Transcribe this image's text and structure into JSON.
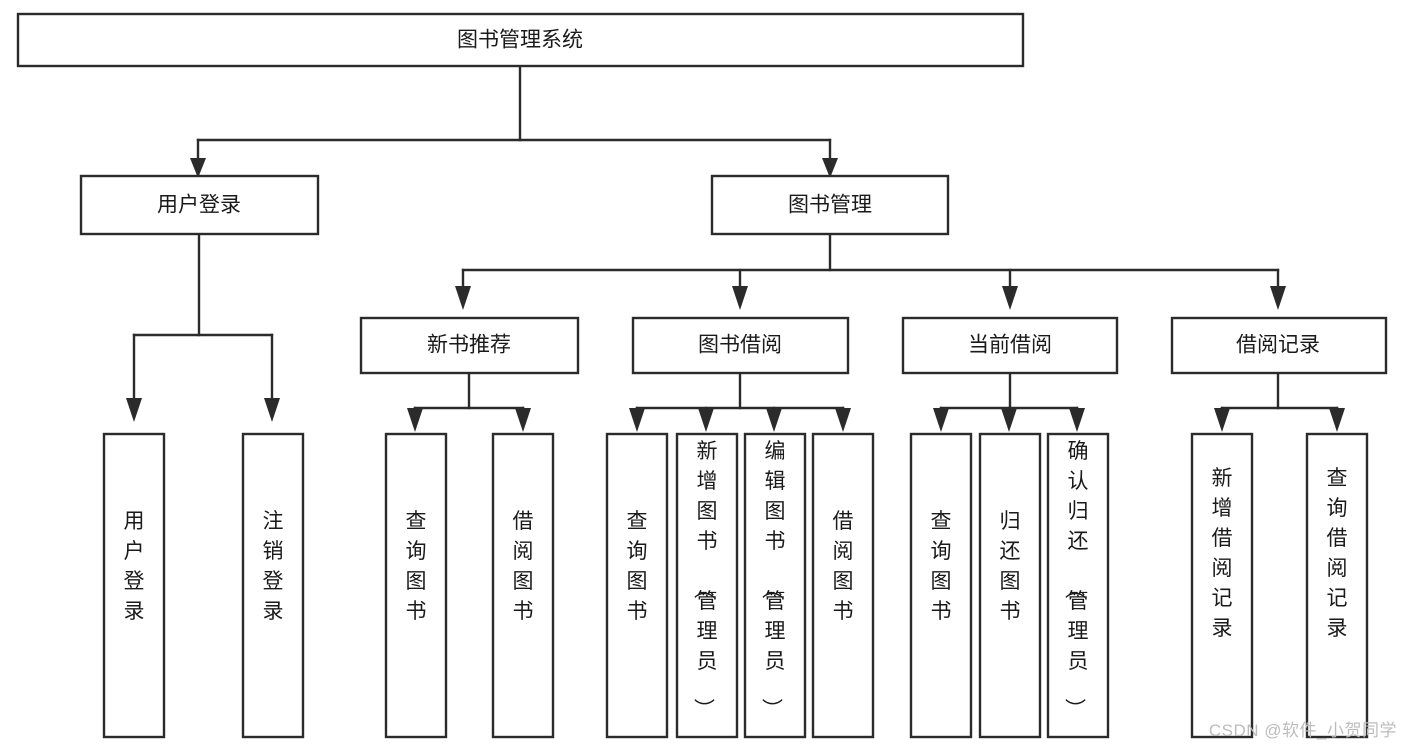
{
  "diagram": {
    "type": "tree-hierarchy",
    "title": "图书管理系统",
    "watermark": "CSDN @软件_小贺同学",
    "colors": {
      "stroke": "#2b2b2b",
      "fill": "#ffffff",
      "text": "#1a1a1a",
      "watermark": "#bdbdbd"
    },
    "levels": {
      "root": {
        "label": "图书管理系统"
      },
      "level2": [
        {
          "label": "用户登录"
        },
        {
          "label": "图书管理"
        }
      ],
      "level3": [
        {
          "label": "新书推荐"
        },
        {
          "label": "图书借阅"
        },
        {
          "label": "当前借阅"
        },
        {
          "label": "借阅记录"
        }
      ],
      "leaves": [
        {
          "label": "用户登录",
          "parent": "用户登录"
        },
        {
          "label": "注销登录",
          "parent": "用户登录"
        },
        {
          "label": "查询图书",
          "parent": "新书推荐"
        },
        {
          "label": "借阅图书",
          "parent": "新书推荐"
        },
        {
          "label": "查询图书",
          "parent": "图书借阅"
        },
        {
          "label": "新增图书（管理员）",
          "parent": "图书借阅"
        },
        {
          "label": "编辑图书（管理员）",
          "parent": "图书借阅"
        },
        {
          "label": "借阅图书",
          "parent": "图书借阅"
        },
        {
          "label": "查询图书",
          "parent": "当前借阅"
        },
        {
          "label": "归还图书",
          "parent": "当前借阅"
        },
        {
          "label": "确认归还（管理员）",
          "parent": "当前借阅"
        },
        {
          "label": "新增借阅记录",
          "parent": "借阅记录"
        },
        {
          "label": "查询借阅记录",
          "parent": "借阅记录"
        }
      ]
    }
  }
}
